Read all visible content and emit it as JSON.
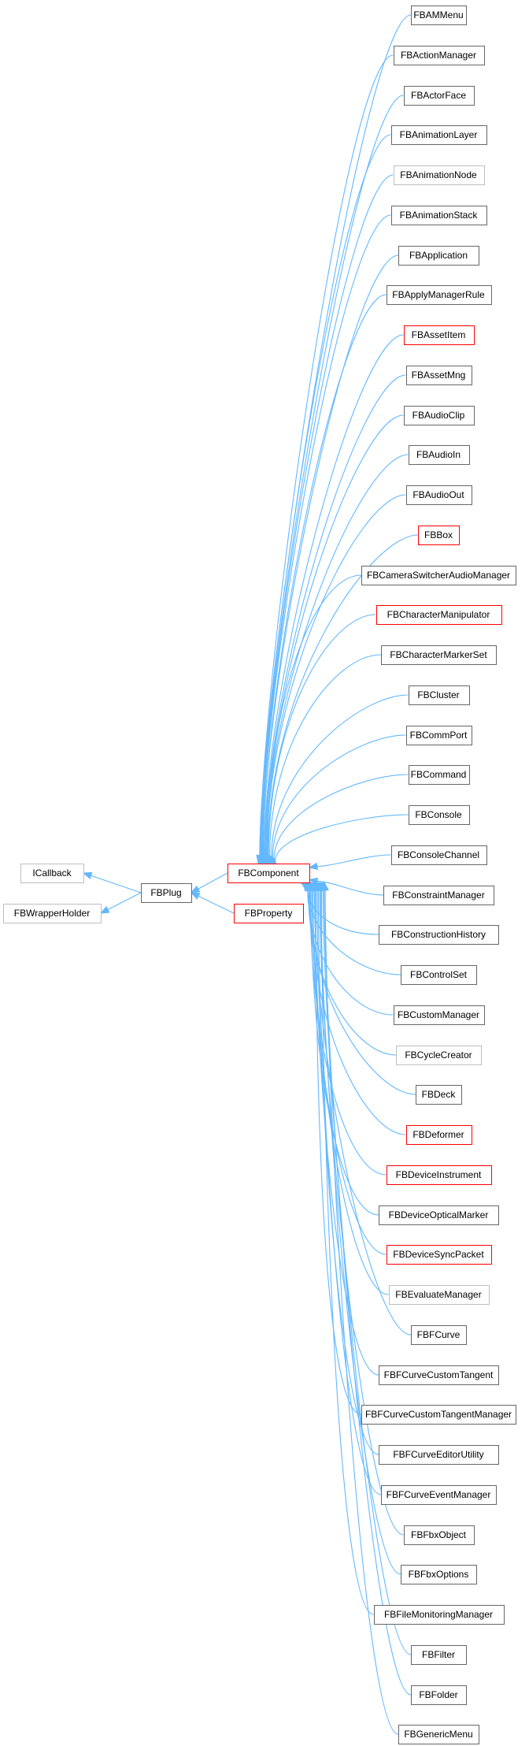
{
  "diagram": {
    "title": "FBPlug inheritance graph",
    "colors": {
      "edge": "#63b8ff",
      "border_normal": "#666666",
      "border_red": "#ff0000",
      "border_light": "#bfbfbf",
      "node_fill": "#ffffff",
      "current_fill": "#999999"
    },
    "bases": [
      {
        "label": "ICallback",
        "style": "light"
      },
      {
        "label": "FBWrapperHolder",
        "style": "light"
      }
    ],
    "current": {
      "label": "FBPlug",
      "style": "current"
    },
    "middle": [
      {
        "label": "FBComponent",
        "style": "red"
      },
      {
        "label": "FBProperty",
        "style": "red"
      }
    ],
    "children": [
      {
        "label": "FBAMMenu",
        "style": "normal"
      },
      {
        "label": "FBActionManager",
        "style": "normal"
      },
      {
        "label": "FBActorFace",
        "style": "normal"
      },
      {
        "label": "FBAnimationLayer",
        "style": "normal"
      },
      {
        "label": "FBAnimationNode",
        "style": "light"
      },
      {
        "label": "FBAnimationStack",
        "style": "normal"
      },
      {
        "label": "FBApplication",
        "style": "normal"
      },
      {
        "label": "FBApplyManagerRule",
        "style": "normal"
      },
      {
        "label": "FBAssetItem",
        "style": "red"
      },
      {
        "label": "FBAssetMng",
        "style": "normal"
      },
      {
        "label": "FBAudioClip",
        "style": "normal"
      },
      {
        "label": "FBAudioIn",
        "style": "normal"
      },
      {
        "label": "FBAudioOut",
        "style": "normal"
      },
      {
        "label": "FBBox",
        "style": "red"
      },
      {
        "label": "FBCameraSwitcherAudioManager",
        "style": "normal"
      },
      {
        "label": "FBCharacterManipulator",
        "style": "red"
      },
      {
        "label": "FBCharacterMarkerSet",
        "style": "normal"
      },
      {
        "label": "FBCluster",
        "style": "normal"
      },
      {
        "label": "FBCommPort",
        "style": "normal"
      },
      {
        "label": "FBCommand",
        "style": "normal"
      },
      {
        "label": "FBConsole",
        "style": "normal"
      },
      {
        "label": "FBConsoleChannel",
        "style": "normal"
      },
      {
        "label": "FBConstraintManager",
        "style": "normal"
      },
      {
        "label": "FBConstructionHistory",
        "style": "normal"
      },
      {
        "label": "FBControlSet",
        "style": "normal"
      },
      {
        "label": "FBCustomManager",
        "style": "normal"
      },
      {
        "label": "FBCycleCreator",
        "style": "light"
      },
      {
        "label": "FBDeck",
        "style": "normal"
      },
      {
        "label": "FBDeformer",
        "style": "red"
      },
      {
        "label": "FBDeviceInstrument",
        "style": "red"
      },
      {
        "label": "FBDeviceOpticalMarker",
        "style": "normal"
      },
      {
        "label": "FBDeviceSyncPacket",
        "style": "red"
      },
      {
        "label": "FBEvaluateManager",
        "style": "light"
      },
      {
        "label": "FBFCurve",
        "style": "normal"
      },
      {
        "label": "FBFCurveCustomTangent",
        "style": "normal"
      },
      {
        "label": "FBFCurveCustomTangentManager",
        "style": "normal"
      },
      {
        "label": "FBFCurveEditorUtility",
        "style": "normal"
      },
      {
        "label": "FBFCurveEventManager",
        "style": "normal"
      },
      {
        "label": "FBFbxObject",
        "style": "normal"
      },
      {
        "label": "FBFbxOptions",
        "style": "normal"
      },
      {
        "label": "FBFileMonitoringManager",
        "style": "normal"
      },
      {
        "label": "FBFilter",
        "style": "normal"
      },
      {
        "label": "FBFolder",
        "style": "normal"
      },
      {
        "label": "FBGenericMenu",
        "style": "normal"
      }
    ]
  }
}
